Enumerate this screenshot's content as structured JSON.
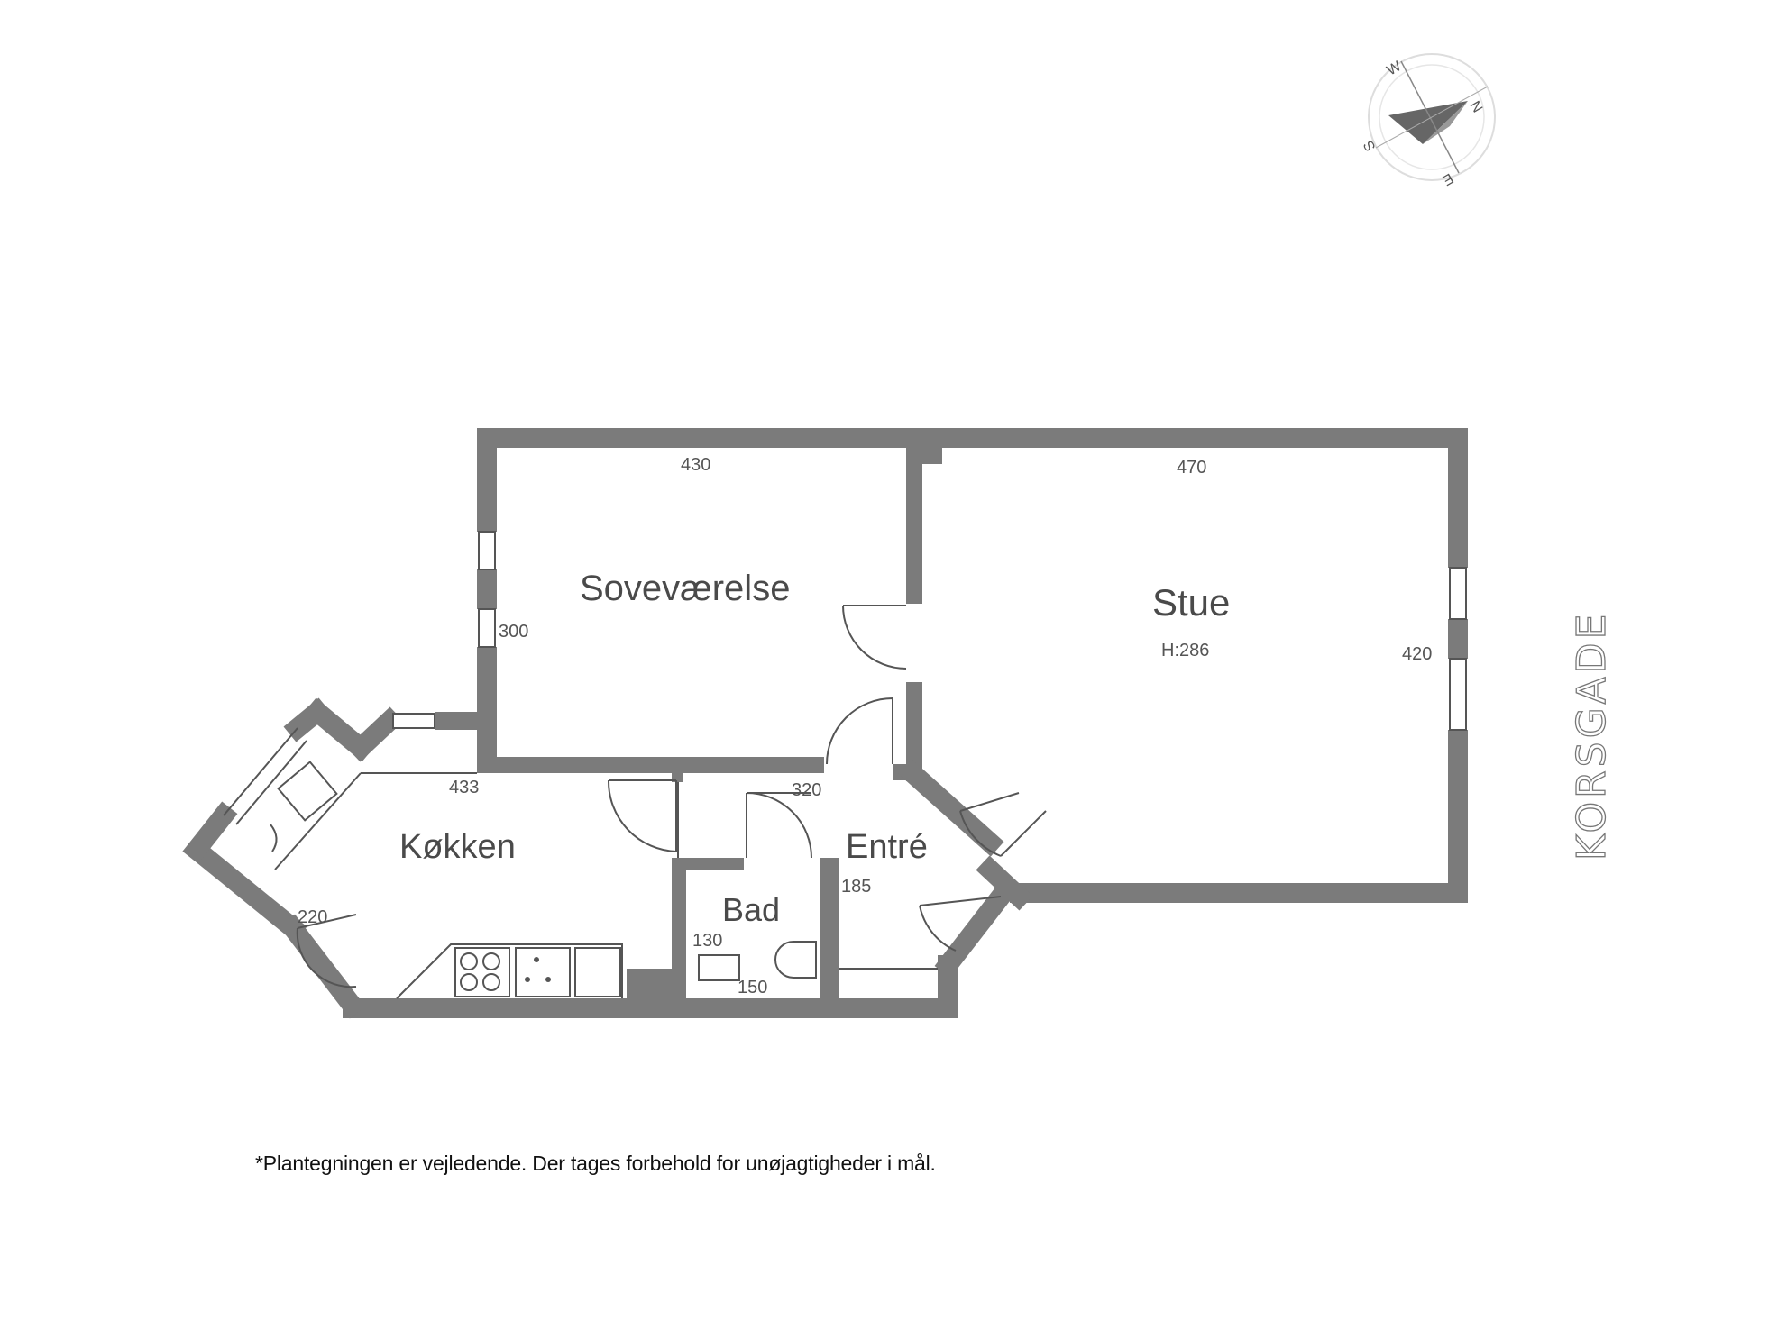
{
  "rooms": {
    "sovevaerelse": "Soveværelse",
    "stue": "Stue",
    "stue_height": "H:286",
    "kokken": "Køkken",
    "entre": "Entré",
    "bad": "Bad"
  },
  "dimensions": {
    "sove_width": "430",
    "sove_depth": "300",
    "stue_width": "470",
    "stue_depth": "420",
    "kokken_width": "433",
    "kokken_side": "220",
    "entre_width": "320",
    "entre_depth": "185",
    "bad_depth": "130",
    "bad_width": "150"
  },
  "compass": {
    "north": "N",
    "south": "S",
    "east": "E",
    "west": "W"
  },
  "street_name": "KORSGADE",
  "disclaimer": "*Plantegningen er vejledende. Der tages forbehold for unøjagtigheder i mål.",
  "colors": {
    "wall": "#7b7b7b",
    "text": "#4a4a4a",
    "background": "#ffffff"
  }
}
